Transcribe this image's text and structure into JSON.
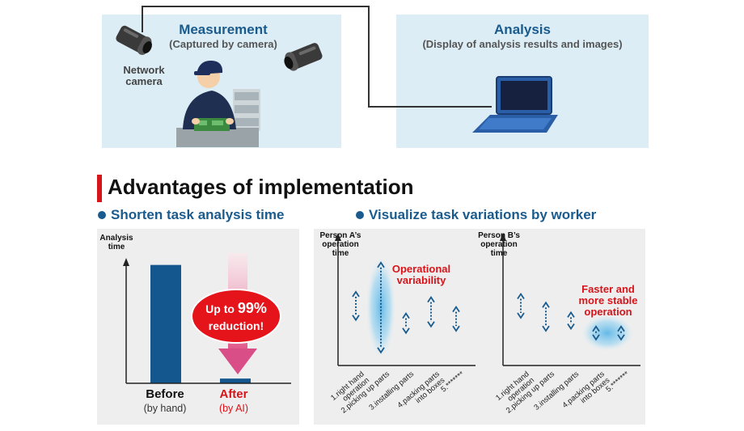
{
  "measurement": {
    "title": "Measurement",
    "subtitle": "(Captured by camera)",
    "camera_label_line1": "Network",
    "camera_label_line2": "camera"
  },
  "analysis": {
    "title": "Analysis",
    "subtitle": "(Display of analysis results and images)"
  },
  "advantages": {
    "title": "Advantages of implementation",
    "left_heading": "Shorten task analysis time",
    "right_heading": "Visualize task variations by worker"
  },
  "time_chart": {
    "y_title_line1": "Analysis",
    "y_title_line2": "time",
    "before_label": "Before",
    "before_sub": "(by hand)",
    "after_label": "After",
    "after_sub": "(by AI)",
    "badge_line1_prefix": "Up to ",
    "badge_line1_value": "99%",
    "badge_line2": "reduction!"
  },
  "person_a": {
    "y_title_line1": "Person A’s",
    "y_title_line2": "operation",
    "y_title_line3": "time",
    "note_line1": "Operational",
    "note_line2": "variability"
  },
  "person_b": {
    "y_title_line1": "Person B’s",
    "y_title_line2": "operation",
    "y_title_line3": "time",
    "note_line1": "Faster and",
    "note_line2": "more stable",
    "note_line3": "operation"
  },
  "categories": [
    [
      "1.right hand",
      "operation"
    ],
    [
      "2.picking up parts"
    ],
    [
      "3.installing parts"
    ],
    [
      "4.packing parts",
      "into boxes"
    ],
    [
      "5.*******"
    ]
  ],
  "chart_data": [
    {
      "type": "bar",
      "categories": [
        "Before",
        "After"
      ],
      "values": [
        100,
        4
      ],
      "ylabel": "Analysis time",
      "ylim": [
        0,
        110
      ],
      "annotations": [
        "Up to 99% reduction!"
      ]
    },
    {
      "type": "scatter",
      "ylabel": "Person A’s operation time",
      "categories": [
        "1.right hand operation",
        "2.picking up parts",
        "3.installing parts",
        "4.packing parts into boxes",
        "5.*******"
      ],
      "ranges": [
        [
          4.2,
          6.8
        ],
        [
          1.2,
          9.5
        ],
        [
          3.0,
          4.8
        ],
        [
          3.6,
          6.3
        ],
        [
          3.2,
          5.4
        ]
      ],
      "highlight_category": "2.picking up parts",
      "annotations": [
        "Operational variability"
      ]
    },
    {
      "type": "scatter",
      "ylabel": "Person B’s operation time",
      "categories": [
        "1.right hand operation",
        "2.picking up parts",
        "3.installing parts",
        "4.packing parts into boxes",
        "5.*******"
      ],
      "ranges": [
        [
          4.4,
          6.6
        ],
        [
          3.2,
          5.8
        ],
        [
          3.4,
          4.9
        ],
        [
          2.4,
          3.6
        ],
        [
          2.4,
          3.6
        ]
      ],
      "highlight_category": "4.packing parts into boxes",
      "annotations": [
        "Faster and more stable operation"
      ]
    }
  ],
  "colors": {
    "panel_bg": "#dcedf6",
    "brand_blue": "#1a5b8e",
    "accent_red": "#d7141a",
    "card_gray": "#eeeeee",
    "bar_blue": "#14578f"
  }
}
